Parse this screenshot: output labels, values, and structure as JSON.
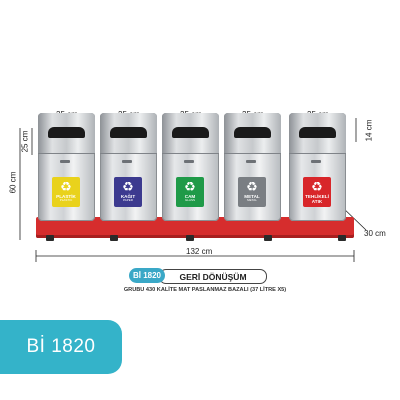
{
  "dimensions": {
    "top_widths": [
      "25 cm",
      "25 cm",
      "25 cm",
      "25 cm",
      "25 cm"
    ],
    "left_top": "25 cm",
    "left_height": "60 cm",
    "right_top": "14 cm",
    "right_depth": "30 cm",
    "total_width": "132 cm"
  },
  "bins": [
    {
      "label": "PLASTİK",
      "sub": "PLASTIC",
      "color": "#e9d21c"
    },
    {
      "label": "KAĞIT",
      "sub": "PAPER",
      "color": "#3c3a8f"
    },
    {
      "label": "CAM",
      "sub": "GLASS",
      "color": "#1f9a48"
    },
    {
      "label": "METAL",
      "sub": "METAL",
      "color": "#7a7e83"
    },
    {
      "label": "TEHLİKELİ ATIK",
      "sub": "",
      "color": "#d8262a"
    }
  ],
  "product": {
    "code_small": "Bİ 1820",
    "title": "GERİ DÖNÜŞÜM",
    "subtitle": "GRUBU 430 KALİTE  MAT PASLANMAZ BAZALI (37 LİTRE X5)",
    "code_big": "Bİ 1820"
  },
  "colors": {
    "base": "#d62d2d",
    "badge": "#34b3c9"
  }
}
